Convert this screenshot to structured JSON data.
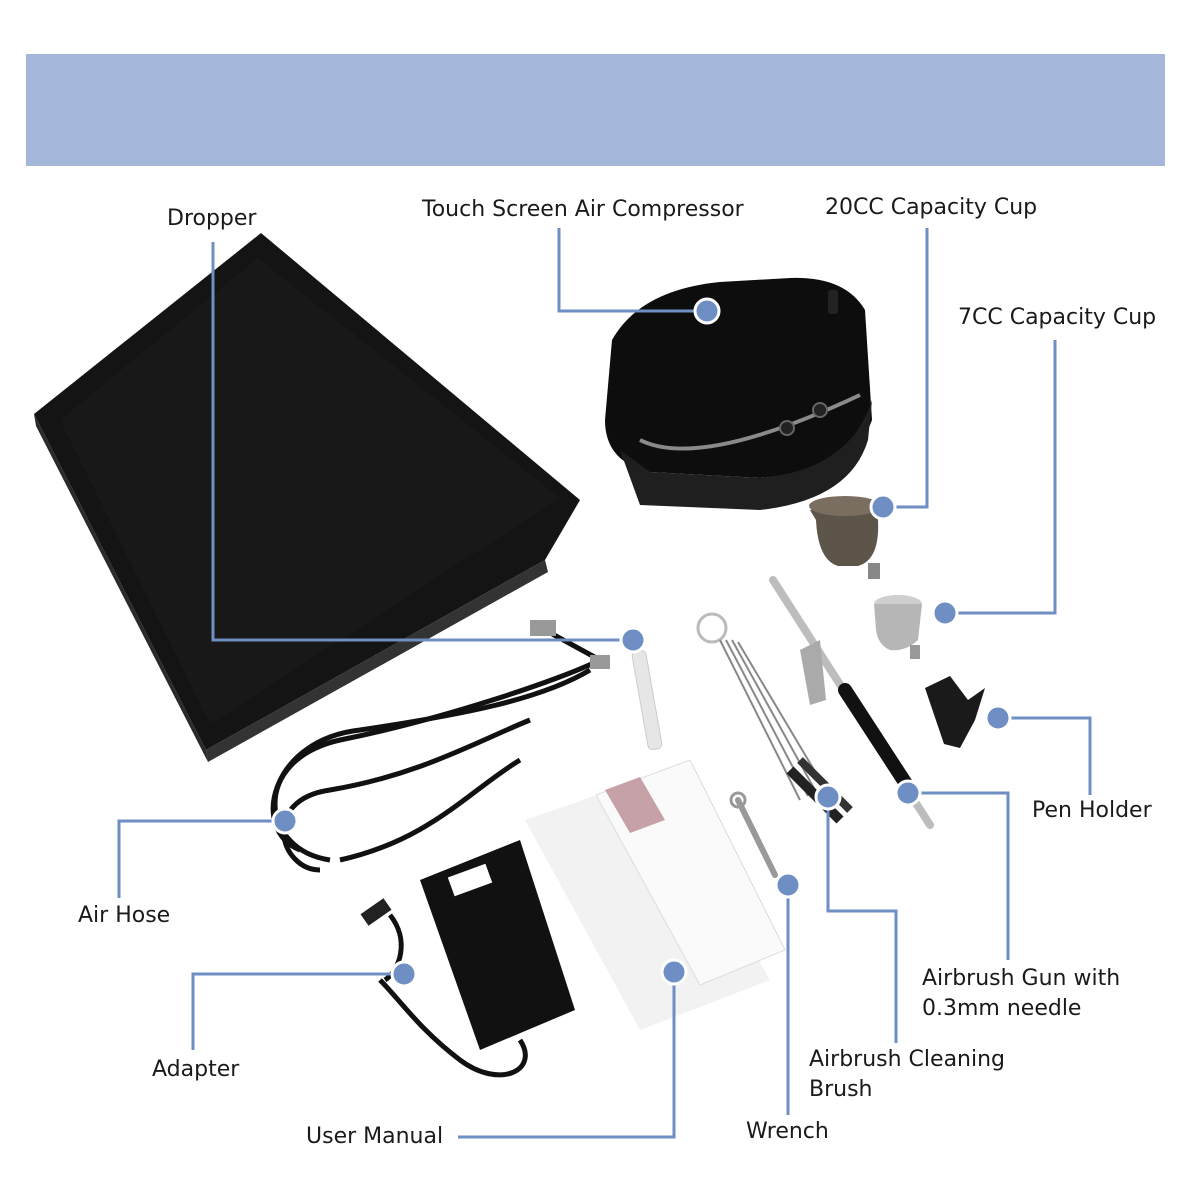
{
  "colors": {
    "banner": "#a4b6da",
    "leader": "#6f8fc4",
    "dot": "#6f8fc4",
    "text": "#1a1a1a"
  },
  "labels": {
    "dropper": "Dropper",
    "compressor": "Touch Screen Air Compressor",
    "cup20": "20CC Capacity Cup",
    "cup7": "7CC Capacity Cup",
    "pen_holder": "Pen Holder",
    "air_hose": "Air Hose",
    "gun_line1": "Airbrush Gun with",
    "gun_line2": "0.3mm needle",
    "brush_line1": "Airbrush Cleaning",
    "brush_line2": "Brush",
    "adapter": "Adapter",
    "user_manual": "User Manual",
    "wrench": "Wrench"
  }
}
